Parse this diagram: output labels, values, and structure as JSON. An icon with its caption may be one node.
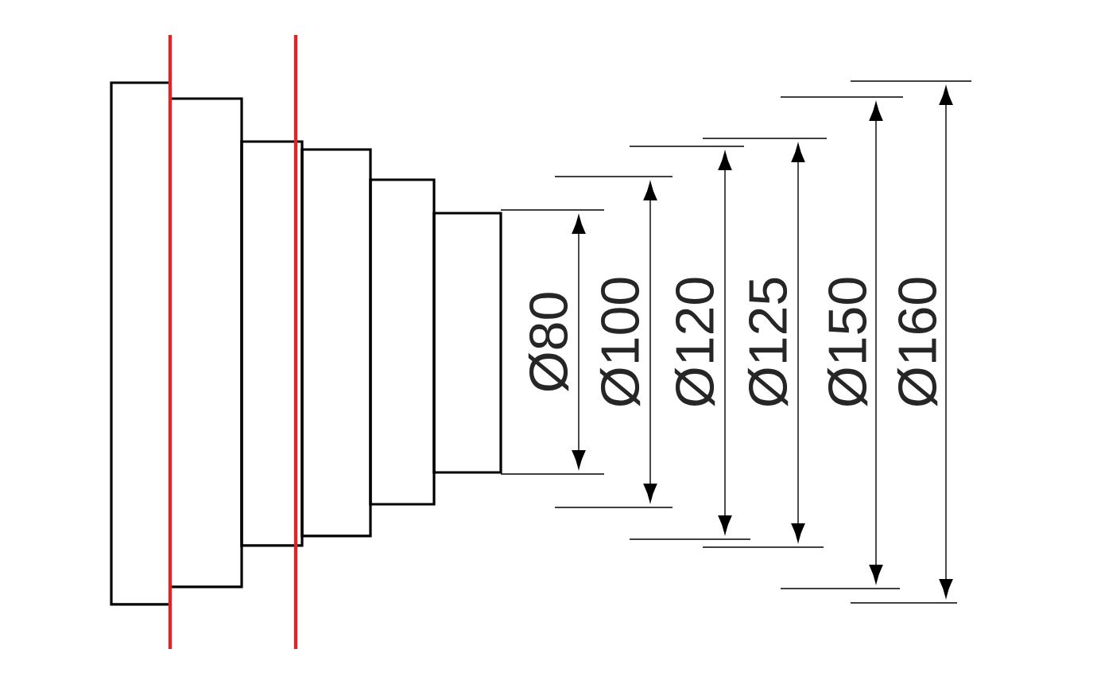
{
  "diagram": {
    "labels": [
      "Ø80",
      "Ø100",
      "Ø120",
      "Ø125",
      "Ø150",
      "Ø160"
    ]
  }
}
